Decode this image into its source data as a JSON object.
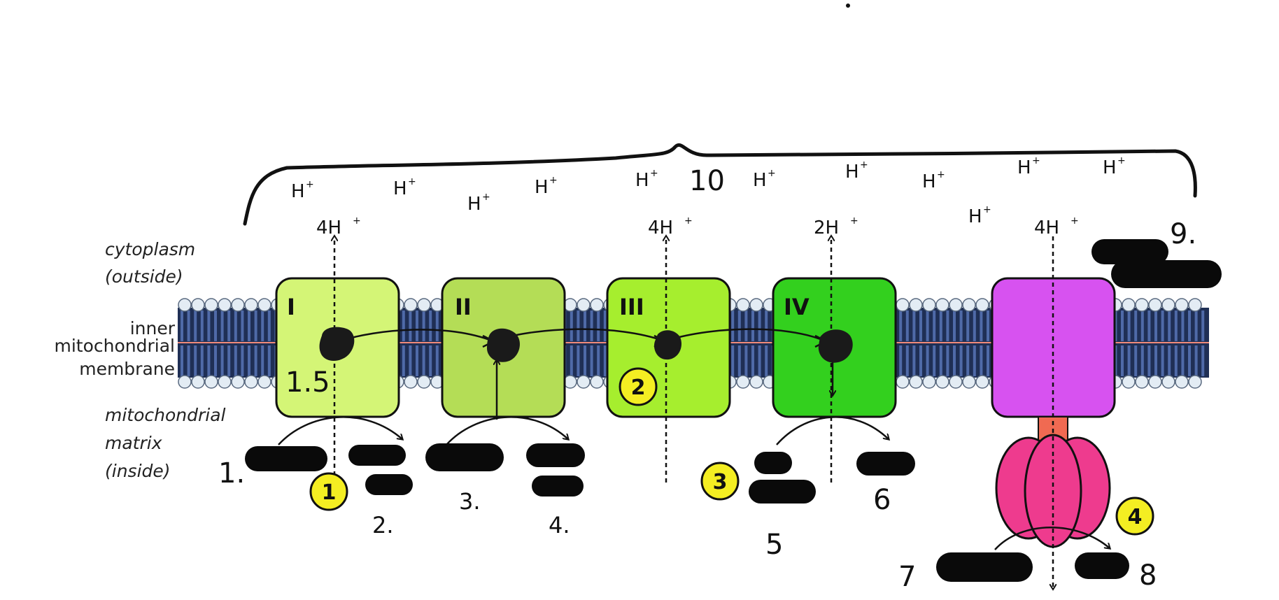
{
  "membrane_labels": {
    "cytoplasm": "cytoplasm",
    "outside": "(outside)",
    "inner": "inner",
    "mitochondrial": "mitochondrial",
    "membrane": "membrane",
    "matrix_1": "mitochondrial",
    "matrix_2": "matrix",
    "matrix_3": "(inside)"
  },
  "complexes": [
    {
      "label": "I",
      "pump": "4H",
      "color": "#d4f576"
    },
    {
      "label": "II",
      "color": "#b4dd56"
    },
    {
      "label": "III",
      "pump": "4H",
      "color": "#a6ee2e"
    },
    {
      "label": "IV",
      "pump": "2H",
      "color": "#33d01e"
    },
    {
      "label": "",
      "pump": "4H",
      "color": "#d752f0"
    }
  ],
  "proton_text": "H",
  "proton_sup": "+",
  "step_badges": [
    "1",
    "2",
    "3",
    "4"
  ],
  "handwritten": {
    "n1": "1.",
    "n1_5": "1.5",
    "n2": "2.",
    "n3": "3.",
    "n4": "4.",
    "n5": "5",
    "n6": "6",
    "n7": "7",
    "n8": "8",
    "n9": "9.",
    "n10": "10"
  },
  "colors": {
    "badge_fill": "#f4ee22",
    "lipid_head": "#e3ecf4",
    "lipid_tail": "#4f6aa8",
    "atp_synthase_stalk": "#f06a52",
    "atp_synthase_head": "#ee3b8e",
    "redaction": "#0a0a0a"
  }
}
